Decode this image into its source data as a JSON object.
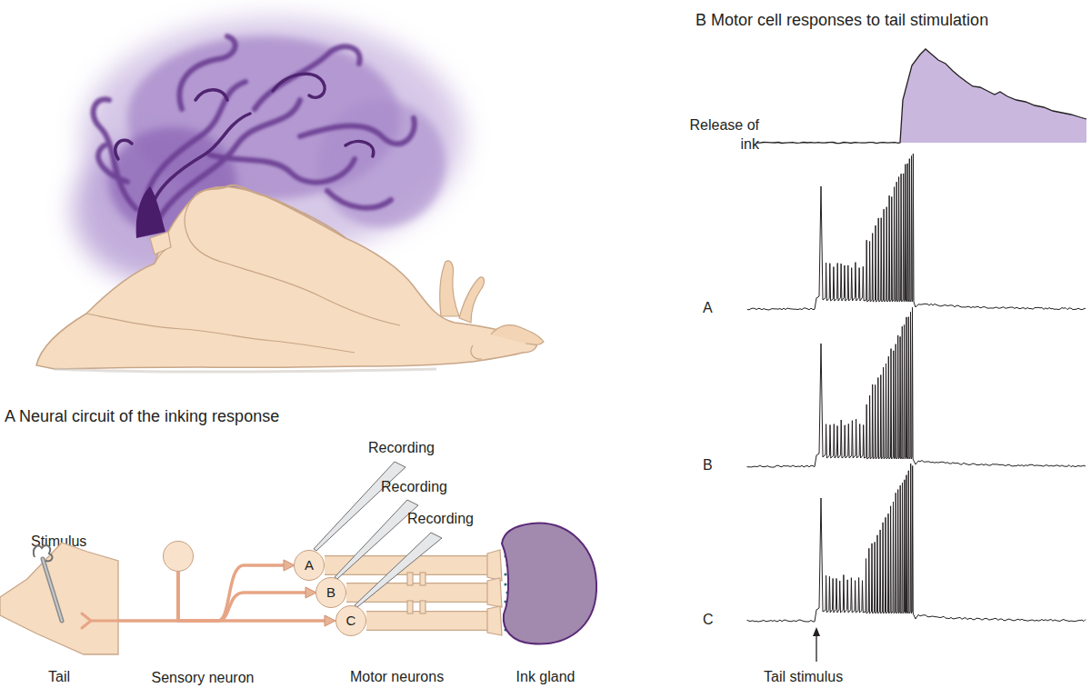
{
  "diagram": {
    "nodes": [
      {
        "text": [
          "Tail"
        ]
      },
      {
        "text": [
          "Sensory neuron"
        ]
      },
      {
        "text": [
          "A"
        ]
      },
      {
        "text": [
          "B"
        ]
      },
      {
        "text": [
          "C"
        ]
      },
      {
        "text": [
          "Ink gland"
        ]
      }
    ],
    "edges": [
      {
        "from": 0,
        "to": 1,
        "arrow": "none"
      },
      {
        "from": 1,
        "to": 2,
        "arrow": "none"
      },
      {
        "from": 1,
        "to": 3,
        "arrow": "none"
      },
      {
        "from": 1,
        "to": 4,
        "arrow": "none"
      },
      {
        "from": 2,
        "to": 5,
        "arrow": "none"
      },
      {
        "from": 3,
        "to": 5,
        "arrow": "none"
      },
      {
        "from": 4,
        "to": 5,
        "arrow": "none"
      }
    ],
    "labels": [
      "A Neural circuit of the inking response",
      "B Motor cell responses to tail stimulation",
      "Stimulus",
      "Recording",
      "Recording",
      "Recording",
      "Motor neurons",
      "Release of ink",
      "A",
      "B",
      "C",
      "Tail stimulus"
    ]
  }
}
